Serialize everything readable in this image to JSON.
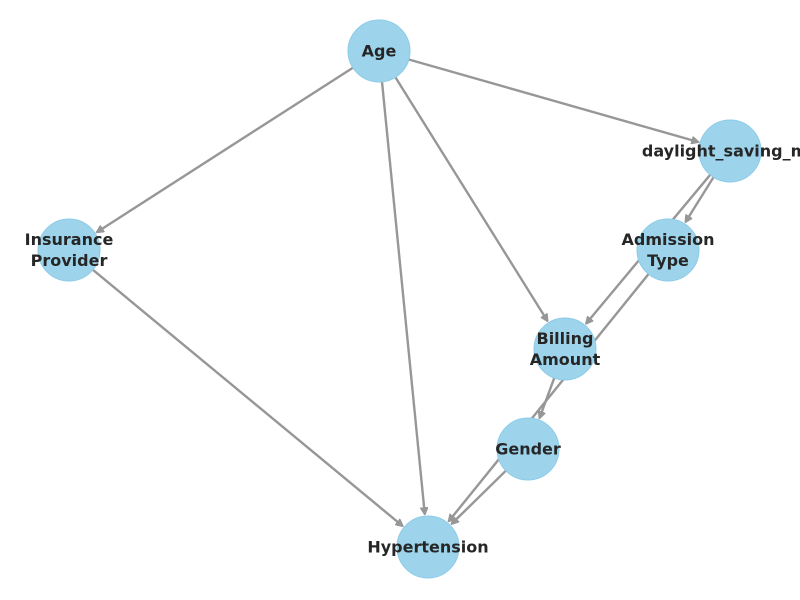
{
  "colors": {
    "node_fill": "#9dd4ec",
    "edge": "#979797",
    "label": "#262626",
    "background": "#ffffff"
  },
  "nodes": [
    {
      "id": "age",
      "lines": [
        "Age"
      ]
    },
    {
      "id": "daylight",
      "lines": [
        "daylight_saving_ma"
      ]
    },
    {
      "id": "insurance",
      "lines": [
        "Insurance",
        "Provider"
      ]
    },
    {
      "id": "admission",
      "lines": [
        "Admission",
        "Type"
      ]
    },
    {
      "id": "billing",
      "lines": [
        "Billing",
        "Amount"
      ]
    },
    {
      "id": "gender",
      "lines": [
        "Gender"
      ]
    },
    {
      "id": "hypertension",
      "lines": [
        "Hypertension"
      ]
    }
  ],
  "edges": [
    {
      "from": "age",
      "to": "daylight"
    },
    {
      "from": "age",
      "to": "insurance"
    },
    {
      "from": "age",
      "to": "billing"
    },
    {
      "from": "age",
      "to": "hypertension"
    },
    {
      "from": "daylight",
      "to": "admission"
    },
    {
      "from": "daylight",
      "to": "billing"
    },
    {
      "from": "insurance",
      "to": "hypertension"
    },
    {
      "from": "admission",
      "to": "hypertension"
    },
    {
      "from": "billing",
      "to": "gender"
    },
    {
      "from": "gender",
      "to": "hypertension"
    }
  ]
}
